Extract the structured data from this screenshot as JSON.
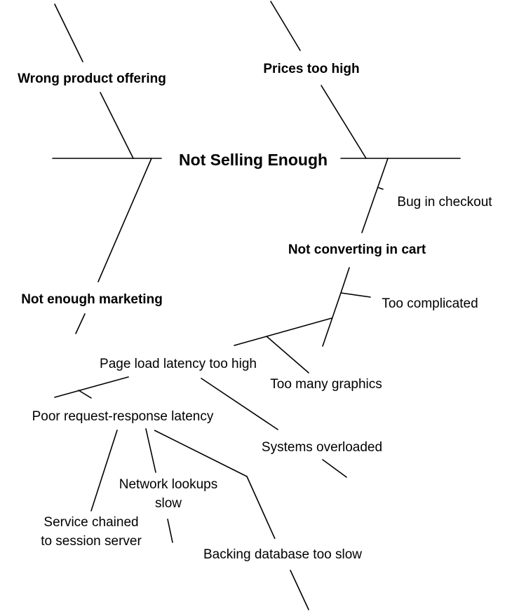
{
  "diagram": {
    "head": "Not Selling Enough",
    "categories": {
      "wrong_product": "Wrong product offering",
      "prices": "Prices too high",
      "marketing": "Not enough marketing",
      "converting": "Not converting in cart"
    },
    "causes": {
      "bug_checkout": "Bug in checkout",
      "too_complicated": "Too complicated",
      "page_load": "Page load latency too high",
      "too_many_graphics": "Too many graphics",
      "poor_request": "Poor request-response latency",
      "systems_overloaded": "Systems overloaded",
      "network_lookups": [
        "Network lookups",
        "slow"
      ],
      "service_chained": [
        "Service chained",
        "to session server"
      ],
      "backing_db": "Backing database too slow"
    }
  }
}
